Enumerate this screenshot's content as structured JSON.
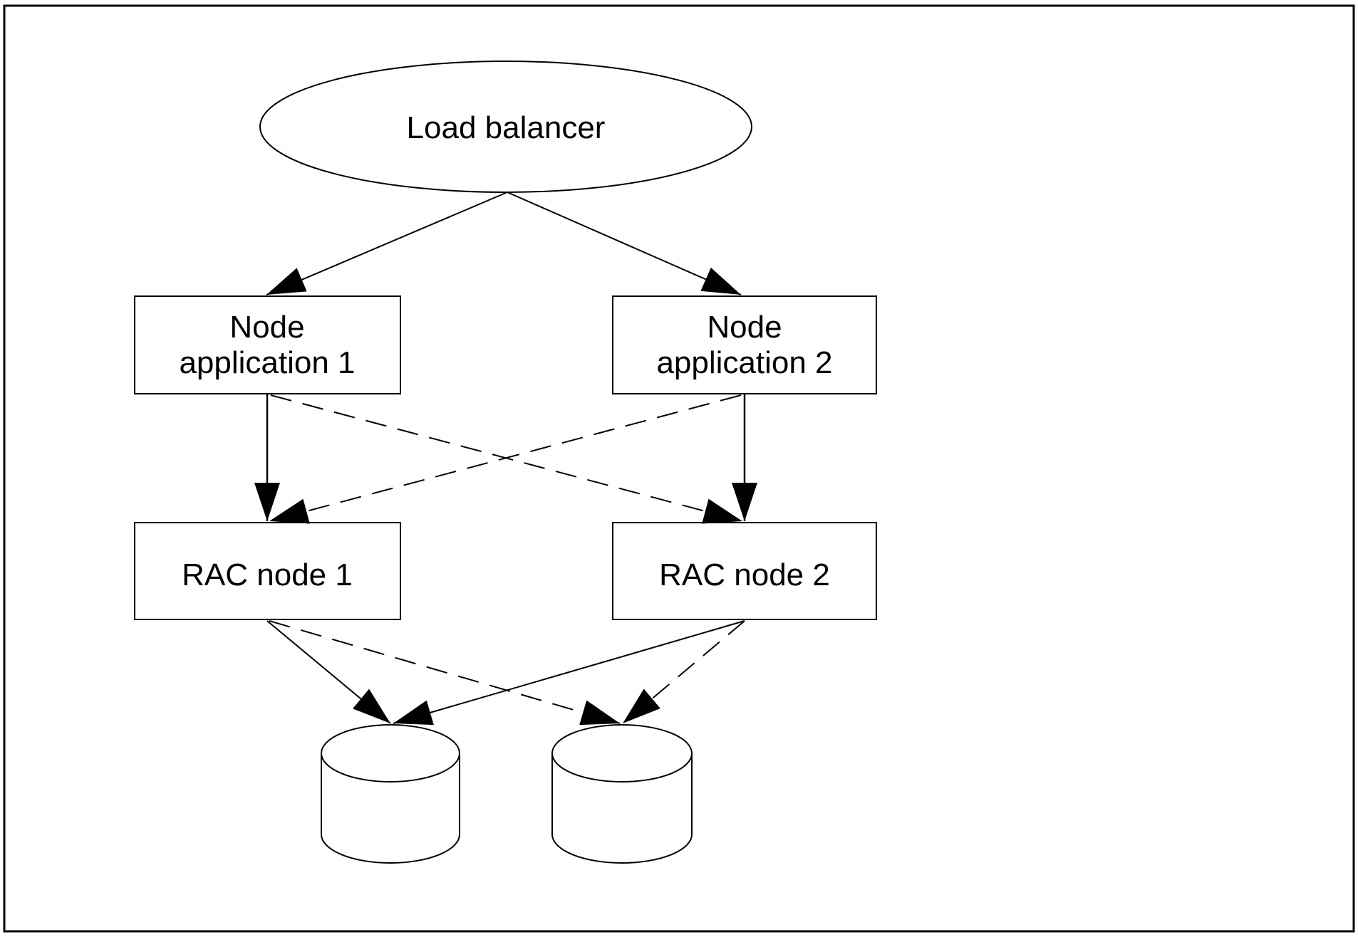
{
  "diagram": {
    "load_balancer": "Load balancer",
    "node_app_1": {
      "line1": "Node",
      "line2": "application 1"
    },
    "node_app_2": {
      "line1": "Node",
      "line2": "application 2"
    },
    "rac_node_1": "RAC node 1",
    "rac_node_2": "RAC node 2"
  },
  "colors": {
    "stroke": "#000000",
    "background": "#ffffff"
  }
}
